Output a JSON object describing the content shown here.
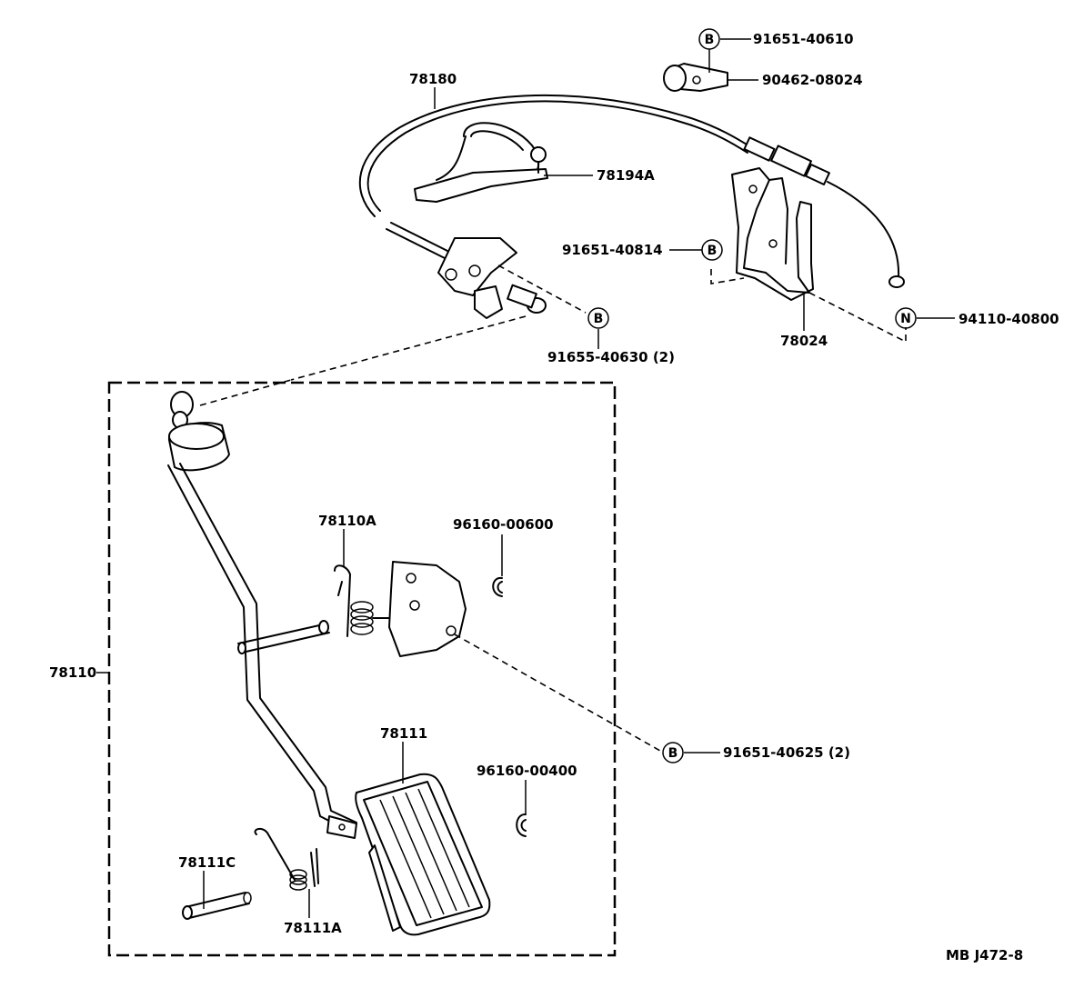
{
  "parts": {
    "cable": "78180",
    "cable_clamp": "78194A",
    "bolt_top": "91651-40610",
    "clamp_top": "90462-08024",
    "bolt_bracket": "91651-40814",
    "bracket": "78024",
    "nut": "94110-40800",
    "bolt_link": "91655-40630 (2)",
    "pedal_assy": "78110",
    "spring_upper": "78110A",
    "ring_upper": "96160-00600",
    "bolt_pedal": "91651-40625 (2)",
    "pad": "78111",
    "ring_lower": "96160-00400",
    "pin": "78111C",
    "spring_lower": "78111A"
  },
  "markers": {
    "bolt_top": "B",
    "bolt_bracket": "B",
    "bolt_link": "B",
    "bolt_pedal": "B",
    "nut": "N"
  },
  "diagram_code": "MB J472-8"
}
